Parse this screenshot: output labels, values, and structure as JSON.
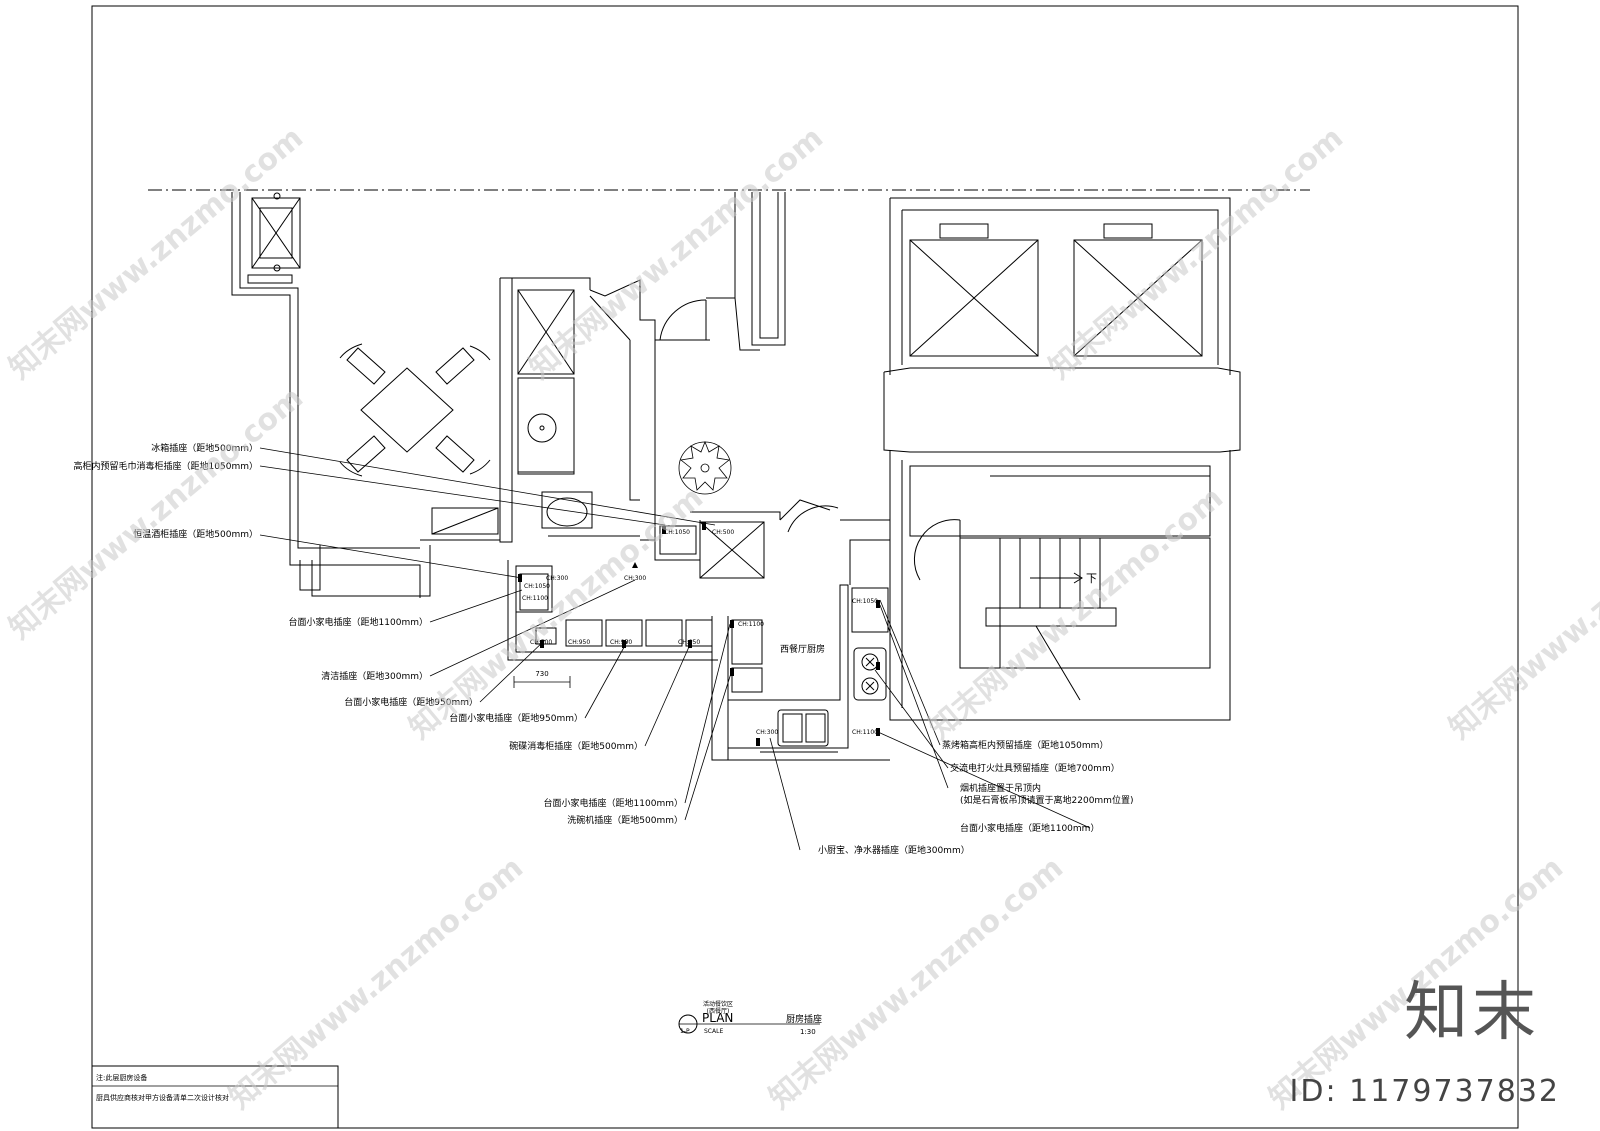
{
  "watermark": "知末网www.znzmo.com",
  "brand_mark": "知末",
  "image_id": "ID: 1179737832",
  "callouts": [
    {
      "text": "冰箱插座（距地500mm）"
    },
    {
      "text": "高柜内预留毛巾消毒柜插座（距地1050mm）"
    },
    {
      "text": "恒温酒柜插座（距地500mm）"
    },
    {
      "text": "台面小家电插座（距地1100mm）"
    },
    {
      "text": "清洁插座（距地300mm）"
    },
    {
      "text": "台面小家电插座（距地950mm）"
    },
    {
      "text": "台面小家电插座（距地950mm）"
    },
    {
      "text": "碗碟消毒柜插座（距地500mm）"
    },
    {
      "text": "台面小家电插座（距地1100mm）"
    },
    {
      "text": "洗碗机插座（距地500mm）"
    },
    {
      "text": "小厨宝、净水器插座（距地300mm）"
    },
    {
      "text": "台面小家电插座（距地1100mm）"
    },
    {
      "text": "烟机插座置于吊顶内"
    },
    {
      "text": "(如是石膏板吊顶请置于离地2200mm位置)"
    },
    {
      "text": "交流电打火灶具预留插座（距地700mm）"
    },
    {
      "text": "蒸烤箱高柜内预留插座（距地1050mm）"
    }
  ],
  "room_label": "西餐厅厨房",
  "stair_down": "下",
  "dimension": "730",
  "ch_tags": [
    "CH:1050",
    "CH:500",
    "CH:300",
    "CH:300",
    "CH:1050",
    "CH:1100",
    "CH:500",
    "CH:950",
    "CH:950",
    "CH:950",
    "CH:1100",
    "CH:300",
    "CH:1100",
    "CH:1050"
  ],
  "title_block": {
    "sub_label_1": "活动餐饮区",
    "sub_label_2": "(西餐厅)",
    "plan": "PLAN",
    "number": "1-P",
    "scale_label": "SCALE",
    "drawing_title": "厨房插座",
    "scale": "1:30"
  },
  "notes": {
    "line1": "注:此层厨房设备",
    "line2": "厨具供应商核对甲方设备清单二次设计核对"
  }
}
